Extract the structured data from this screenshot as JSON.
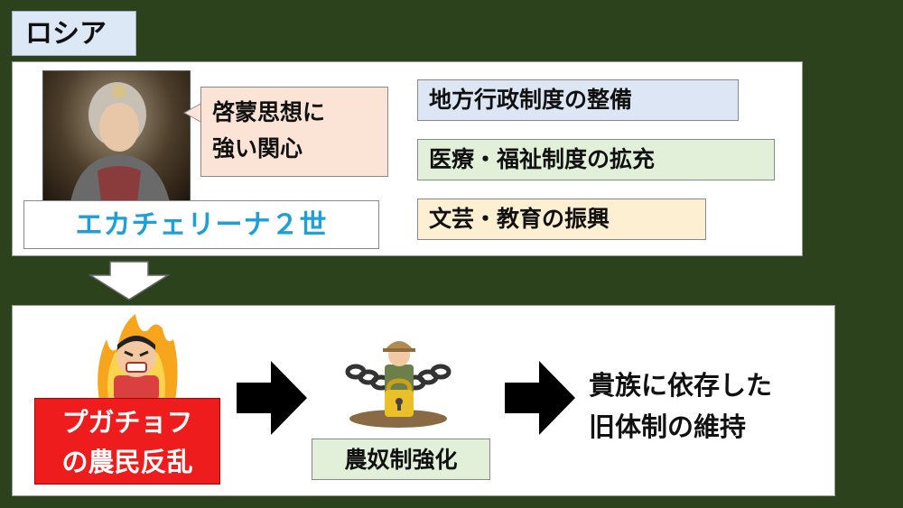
{
  "title": "ロシア",
  "ruler": {
    "name": "エカチェリーナ２世",
    "speech": [
      "啓蒙思想に",
      "強い関心"
    ]
  },
  "policies": [
    "地方行政制度の整備",
    "医療・福祉制度の拡充",
    "文芸・教育の振興"
  ],
  "flow": {
    "revolt": [
      "プガチョフ",
      "の農民反乱"
    ],
    "serfdom": "農奴制強化",
    "result": [
      "貴族に依存した",
      "旧体制の維持"
    ]
  },
  "colors": {
    "background": "#2b421d",
    "name_text": "#1d9fd7",
    "revolt_box": "#ee1c1c",
    "speech_bubble": "#fbe4d6",
    "policy_1": "#dce6f4",
    "policy_2": "#e2f0d9",
    "policy_3": "#fdf0d2"
  },
  "icons": [
    "portrait-image",
    "angry-person-icon",
    "chained-worker-icon",
    "right-arrow-icon",
    "down-arrow-icon"
  ]
}
